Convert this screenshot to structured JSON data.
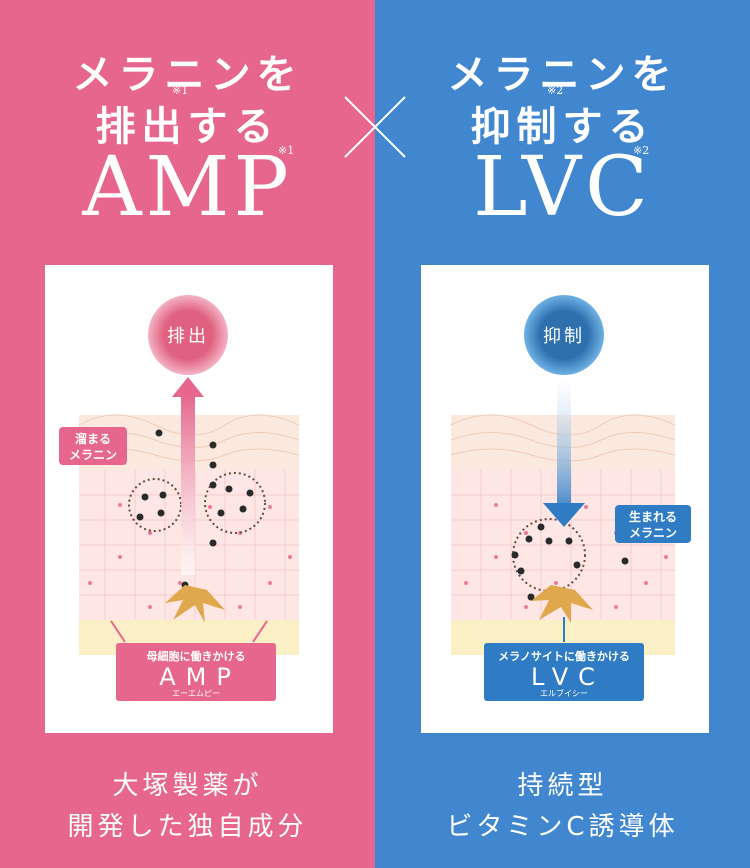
{
  "left": {
    "line1": "メラニンを",
    "line2": "排出する",
    "line2_note": "※1",
    "line3": "AMP",
    "line3_note": "※1",
    "circle_label": "排出",
    "callout_line1": "溜まる",
    "callout_line2": "メラニン",
    "box_small": "母細胞に働きかける",
    "box_big": "AMP",
    "box_reading": "エーエムピー",
    "bottom_line1": "大塚製薬が",
    "bottom_line2": "開発した独自成分",
    "color": "#e6668d"
  },
  "right": {
    "line1": "メラニンを",
    "line2": "抑制する",
    "line2_note": "※2",
    "line3": "LVC",
    "line3_note": "※2",
    "circle_label": "抑制",
    "callout_line1": "生まれる",
    "callout_line2": "メラニン",
    "box_small": "メラノサイトに働きかける",
    "box_big": "LVC",
    "box_reading": "エルブイシー",
    "bottom_line1": "持続型",
    "bottom_line2": "ビタミンC誘導体",
    "color": "#4187cf"
  },
  "icons": {
    "divider": "times-cross-icon"
  }
}
